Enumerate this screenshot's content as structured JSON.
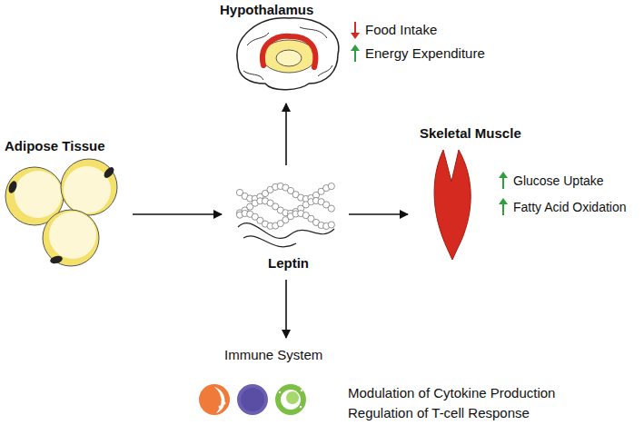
{
  "diagram": {
    "nodes": [
      {
        "text": [
          "Adipose Tissue"
        ]
      },
      {
        "text": [
          "Leptin"
        ]
      },
      {
        "text": [
          "Hypothalamus",
          "Food Intake",
          "Energy Expenditure"
        ]
      },
      {
        "text": [
          "Skeletal Muscle",
          "Glucose Uptake",
          "Fatty Acid Oxidation"
        ]
      },
      {
        "text": [
          "Immune System",
          "Modulation of Cytokine Production",
          "Regulation of T-cell Response"
        ]
      }
    ],
    "edges": [
      {
        "from": 0,
        "to": 1,
        "arrow": "to"
      },
      {
        "from": 1,
        "to": 2,
        "arrow": "to"
      },
      {
        "from": 1,
        "to": 3,
        "arrow": "to"
      },
      {
        "from": 1,
        "to": 4,
        "arrow": "to"
      }
    ]
  }
}
